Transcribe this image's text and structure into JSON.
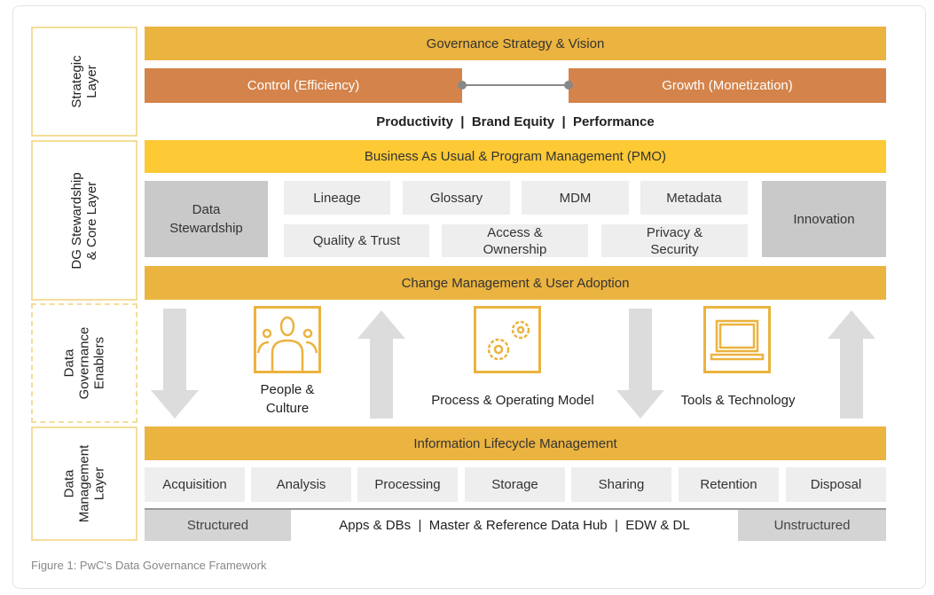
{
  "layers": {
    "strategic": "Strategic\nLayer",
    "stewardship": "DG Stewardship\n& Core Layer",
    "enablers": "Data\nGovernance\nEnablers",
    "management": "Data\nManagement\nLayer"
  },
  "strategic": {
    "title": "Governance Strategy & Vision",
    "control": "Control (Efficiency)",
    "growth": "Growth (Monetization)",
    "outcomes": "Productivity  |  Brand Equity  |  Performance"
  },
  "core": {
    "bau": "Business As Usual & Program Management (PMO)",
    "data_stewardship": "Data\nStewardship",
    "innovation": "Innovation",
    "row1": [
      "Lineage",
      "Glossary",
      "MDM",
      "Metadata"
    ],
    "row2": [
      "Quality & Trust",
      "Access &\nOwnership",
      "Privacy &\nSecurity"
    ],
    "change": "Change Management & User Adoption"
  },
  "enablers": {
    "people": "People &\nCulture",
    "process": "Process & Operating Model",
    "tools": "Tools & Technology"
  },
  "management": {
    "ilm": "Information Lifecycle Management",
    "stages": [
      "Acquisition",
      "Analysis",
      "Processing",
      "Storage",
      "Sharing",
      "Retention",
      "Disposal"
    ],
    "structured": "Structured",
    "middle": "Apps & DBs  |  Master & Reference Data Hub  |  EDW & DL",
    "unstructured": "Unstructured"
  },
  "caption": "Figure 1: PwC's Data Governance Framework",
  "colors": {
    "gold": "#ebb33f",
    "yellow": "#fdc935",
    "orange": "#d4834a",
    "gray": "#c9c9c9",
    "light": "#eeeeee"
  }
}
